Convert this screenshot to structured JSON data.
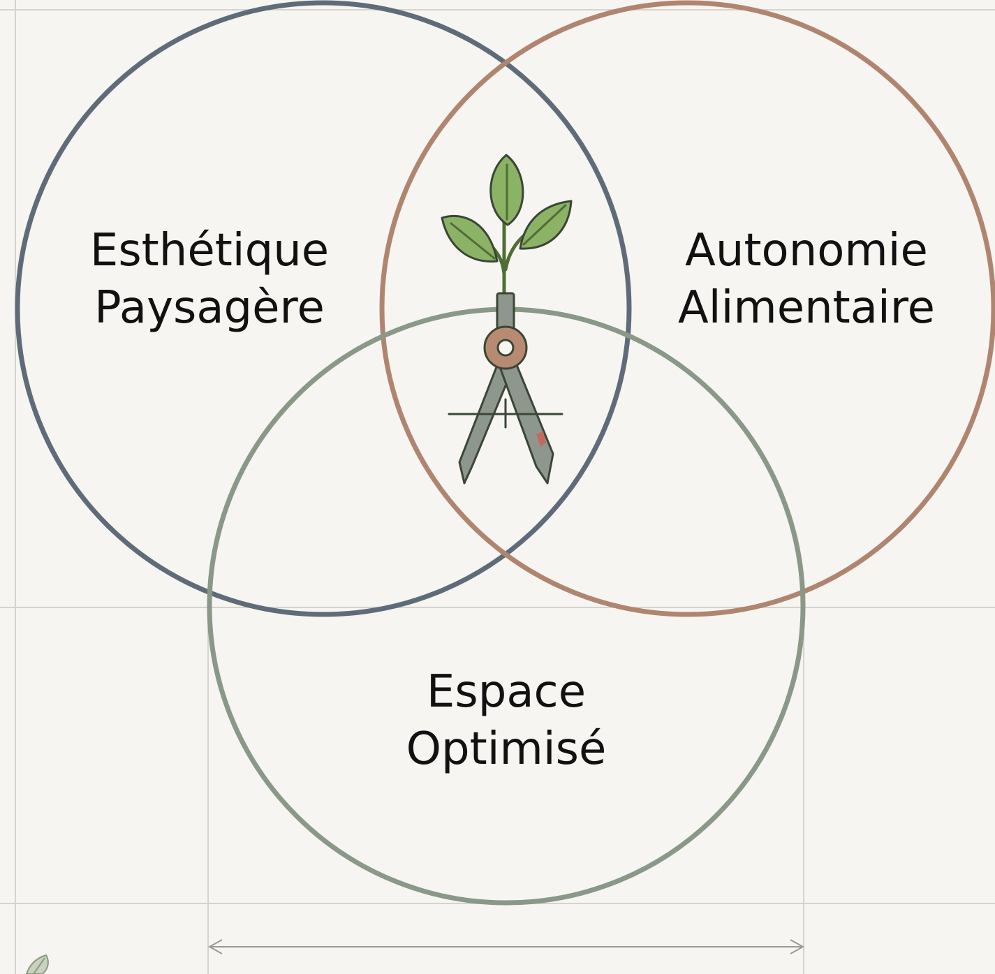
{
  "diagram": {
    "type": "venn",
    "sets": [
      {
        "id": "esthetique",
        "lines": [
          "Esthétique",
          "Paysagère"
        ],
        "color": "#5f6b78"
      },
      {
        "id": "autonomie",
        "lines": [
          "Autonomie",
          "Alimentaire"
        ],
        "color": "#b08570"
      },
      {
        "id": "espace",
        "lines": [
          "Espace",
          "Optimisé"
        ],
        "color": "#8a9888"
      }
    ],
    "center_icon": "sprout-compass-icon",
    "dimension_arrow": "double-headed-arrow",
    "colors": {
      "background": "#f6f5f1",
      "grid_line": "#d4d3cd",
      "leaf_fill": "#8cb266",
      "leaf_stroke": "#4e6e33",
      "compass_body": "#8e978d",
      "compass_hinge": "#b98a72",
      "outline": "#3a4636"
    }
  }
}
